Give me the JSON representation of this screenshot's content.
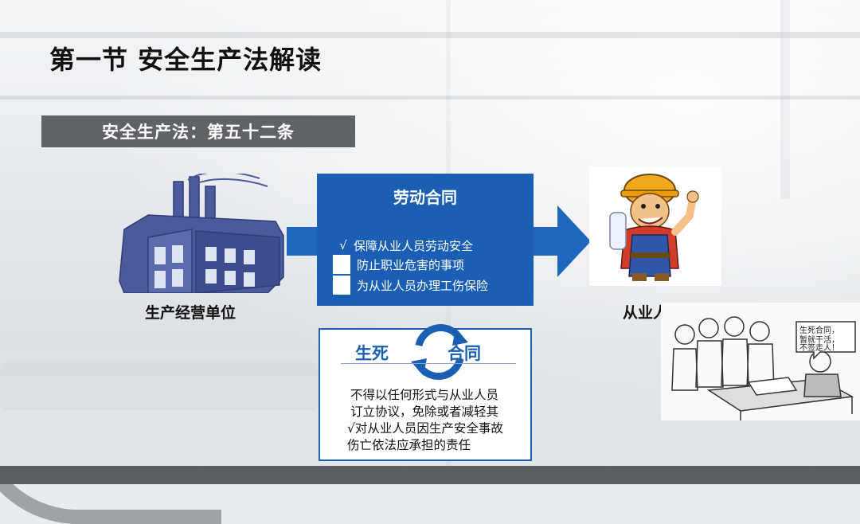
{
  "slide": {
    "title": "第一节  安全生产法解读",
    "banner": "安全生产法：第五十二条"
  },
  "left_entity": {
    "label": "生产经营单位",
    "icon": "factory-icon"
  },
  "right_entity": {
    "label": "从业人员",
    "icon": "worker-icon"
  },
  "contract": {
    "title": "劳动合同",
    "items": [
      {
        "mark": "√",
        "text": "保障从业人员劳动安全"
      },
      {
        "mark": "",
        "text": "防止职业危害的事项"
      },
      {
        "mark": "",
        "text": "为从业人员办理工伤保险"
      }
    ]
  },
  "life_death": {
    "left": "生死",
    "right": "合同",
    "lines": [
      "不得以任何形式与从业人员",
      "订立协议，免除或者减轻其",
      "√对从业人员因生产安全事故",
      "伤亡依法应承担的责任"
    ]
  },
  "cartoon": {
    "icon": "cartoon-illustration",
    "bubble_text": "生死合同，暂就干活，不签走人！"
  },
  "colors": {
    "primary_blue": "#1a5fb4",
    "banner_gray": "#5f6266",
    "factory_blue": "#4a5a9a"
  }
}
